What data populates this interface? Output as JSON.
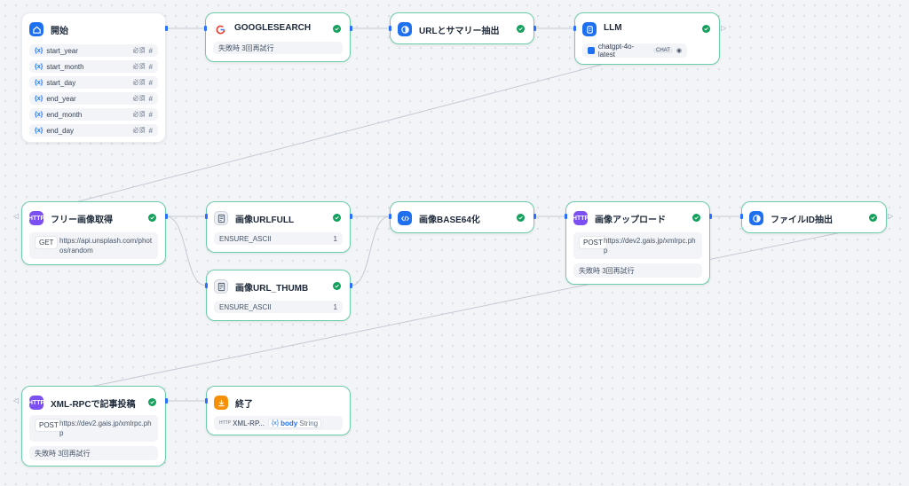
{
  "start": {
    "title": "開始",
    "variables": [
      {
        "name": "start_year",
        "required": "必須"
      },
      {
        "name": "start_month",
        "required": "必須"
      },
      {
        "name": "start_day",
        "required": "必須"
      },
      {
        "name": "end_year",
        "required": "必須"
      },
      {
        "name": "end_month",
        "required": "必須"
      },
      {
        "name": "end_day",
        "required": "必須"
      }
    ]
  },
  "google": {
    "title": "GOOGLESEARCH",
    "retry": "失敗時 3回再試行"
  },
  "url_summary": {
    "title": "URLとサマリー抽出"
  },
  "llm": {
    "title": "LLM",
    "model": "chatgpt-4o-latest",
    "mode": "CHAT"
  },
  "fetch_image": {
    "title": "フリー画像取得",
    "method": "GET",
    "url": "https://api.unsplash.com/photos/random"
  },
  "image_full": {
    "title": "画像URLFULL",
    "key": "ENSURE_ASCII",
    "value": "1"
  },
  "image_thumb": {
    "title": "画像URL_THUMB",
    "key": "ENSURE_ASCII",
    "value": "1"
  },
  "base64": {
    "title": "画像BASE64化"
  },
  "upload": {
    "title": "画像アップロード",
    "method": "POST",
    "url": "https://dev2.gais.jp/xmlrpc.php",
    "retry": "失敗時 3回再試行"
  },
  "file_id": {
    "title": "ファイルID抽出"
  },
  "xmlrpc_post": {
    "title": "XML-RPCで記事投稿",
    "method": "POST",
    "url": "https://dev2.gais.jp/xmlrpc.php",
    "retry": "失敗時 3回再試行"
  },
  "end": {
    "title": "終了",
    "source": "XML-RP...",
    "var": "body",
    "type": "String"
  },
  "icons": {
    "home": "home-icon",
    "google": "google-icon",
    "url": "code-extract-icon",
    "llm": "llm-icon",
    "http": "http-icon",
    "template": "template-icon",
    "code": "code-icon",
    "end": "end-icon",
    "check": "check-icon",
    "eye": "eye-icon"
  },
  "colors": {
    "accent": "#1e70f0",
    "success": "#12a05c",
    "selected_border": "#6ccdaa",
    "http": "#7c4ff2",
    "end": "#f79009"
  }
}
